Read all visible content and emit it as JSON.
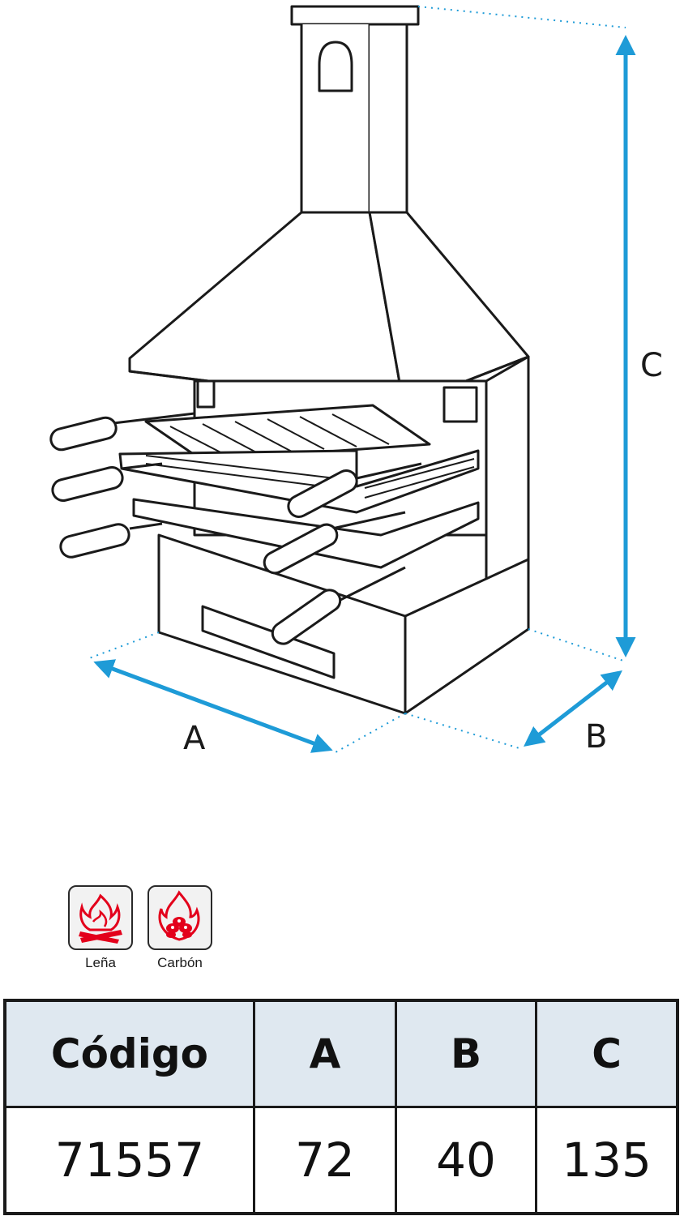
{
  "diagram": {
    "labels": {
      "a": "A",
      "b": "B",
      "c": "C"
    },
    "colors": {
      "arrow": "#1e9bd7",
      "line": "#1a1a1a",
      "fuel": "#e3001b"
    }
  },
  "fuel_types": [
    {
      "label": "Leña",
      "icon": "wood-fire-icon"
    },
    {
      "label": "Carbón",
      "icon": "charcoal-fire-icon"
    }
  ],
  "table": {
    "headers": [
      "Código",
      "A",
      "B",
      "C"
    ],
    "row": [
      "71557",
      "72",
      "40",
      "135"
    ]
  }
}
